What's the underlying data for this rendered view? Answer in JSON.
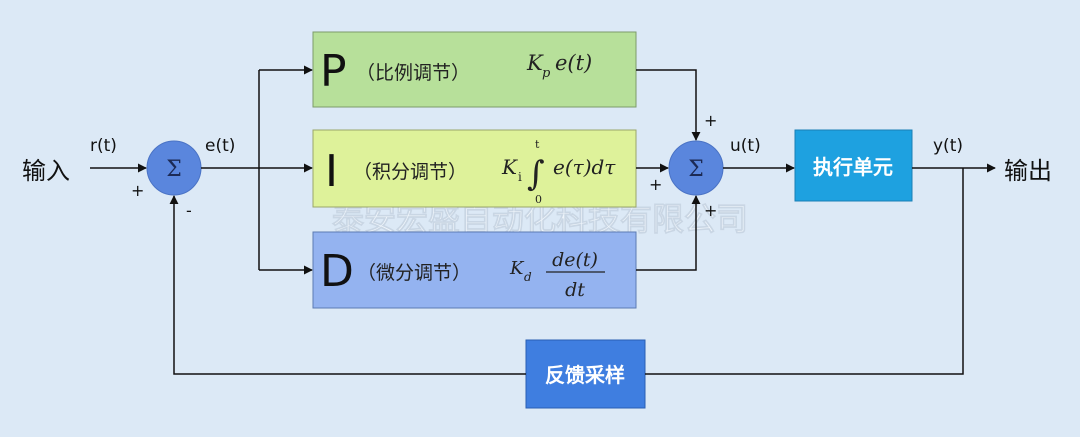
{
  "io": {
    "input": "输入",
    "output": "输出"
  },
  "signals": {
    "r": "r(t)",
    "e": "e(t)",
    "u": "u(t)",
    "y": "y(t)"
  },
  "signs": {
    "sum1_plus": "+",
    "sum1_minus": "-",
    "sum2_top": "+",
    "sum2_left": "+",
    "sum2_bottom": "+"
  },
  "sum_symbol": "Σ",
  "p_block": {
    "letter": "P",
    "label": "（比例调节）",
    "K": "K",
    "sub": "p",
    "expr": "e(t)"
  },
  "i_block": {
    "letter": "I",
    "label": "（积分调节）",
    "K": "K",
    "sub": "i",
    "upper": "t",
    "lower": "0",
    "integral": "∫",
    "expr": "e(τ)dτ"
  },
  "d_block": {
    "letter": "D",
    "label": "（微分调节）",
    "K": "K",
    "sub": "d",
    "num": "de(t)",
    "den": "dt"
  },
  "actuator": "执行单元",
  "feedback": "反馈采样",
  "watermark": "泰安宏盛自动化科技有限公司",
  "colors": {
    "background": "#dce9f6",
    "p": "#b7e09a",
    "i": "#def29a",
    "d": "#94b3f0",
    "sum": "#5a86dd",
    "actuator": "#1ea1e0",
    "feedback": "#3f7ee0"
  }
}
